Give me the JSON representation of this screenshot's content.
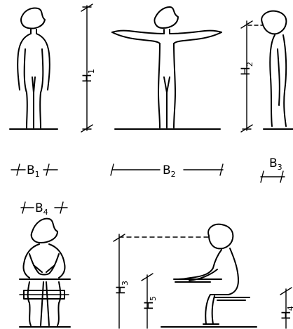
{
  "labels": {
    "h1": {
      "main": "H",
      "sub": "1"
    },
    "h2": {
      "main": "H",
      "sub": "2"
    },
    "h3": {
      "main": "H",
      "sub": "3"
    },
    "h4": {
      "main": "H",
      "sub": "4"
    },
    "h5": {
      "main": "H",
      "sub": "5"
    },
    "b1": {
      "main": "B",
      "sub": "1"
    },
    "b2": {
      "main": "B",
      "sub": "2"
    },
    "b3": {
      "main": "B",
      "sub": "3"
    },
    "b4": {
      "main": "B",
      "sub": "4"
    }
  },
  "colors": {
    "ink": "#000000",
    "background": "#ffffff"
  }
}
